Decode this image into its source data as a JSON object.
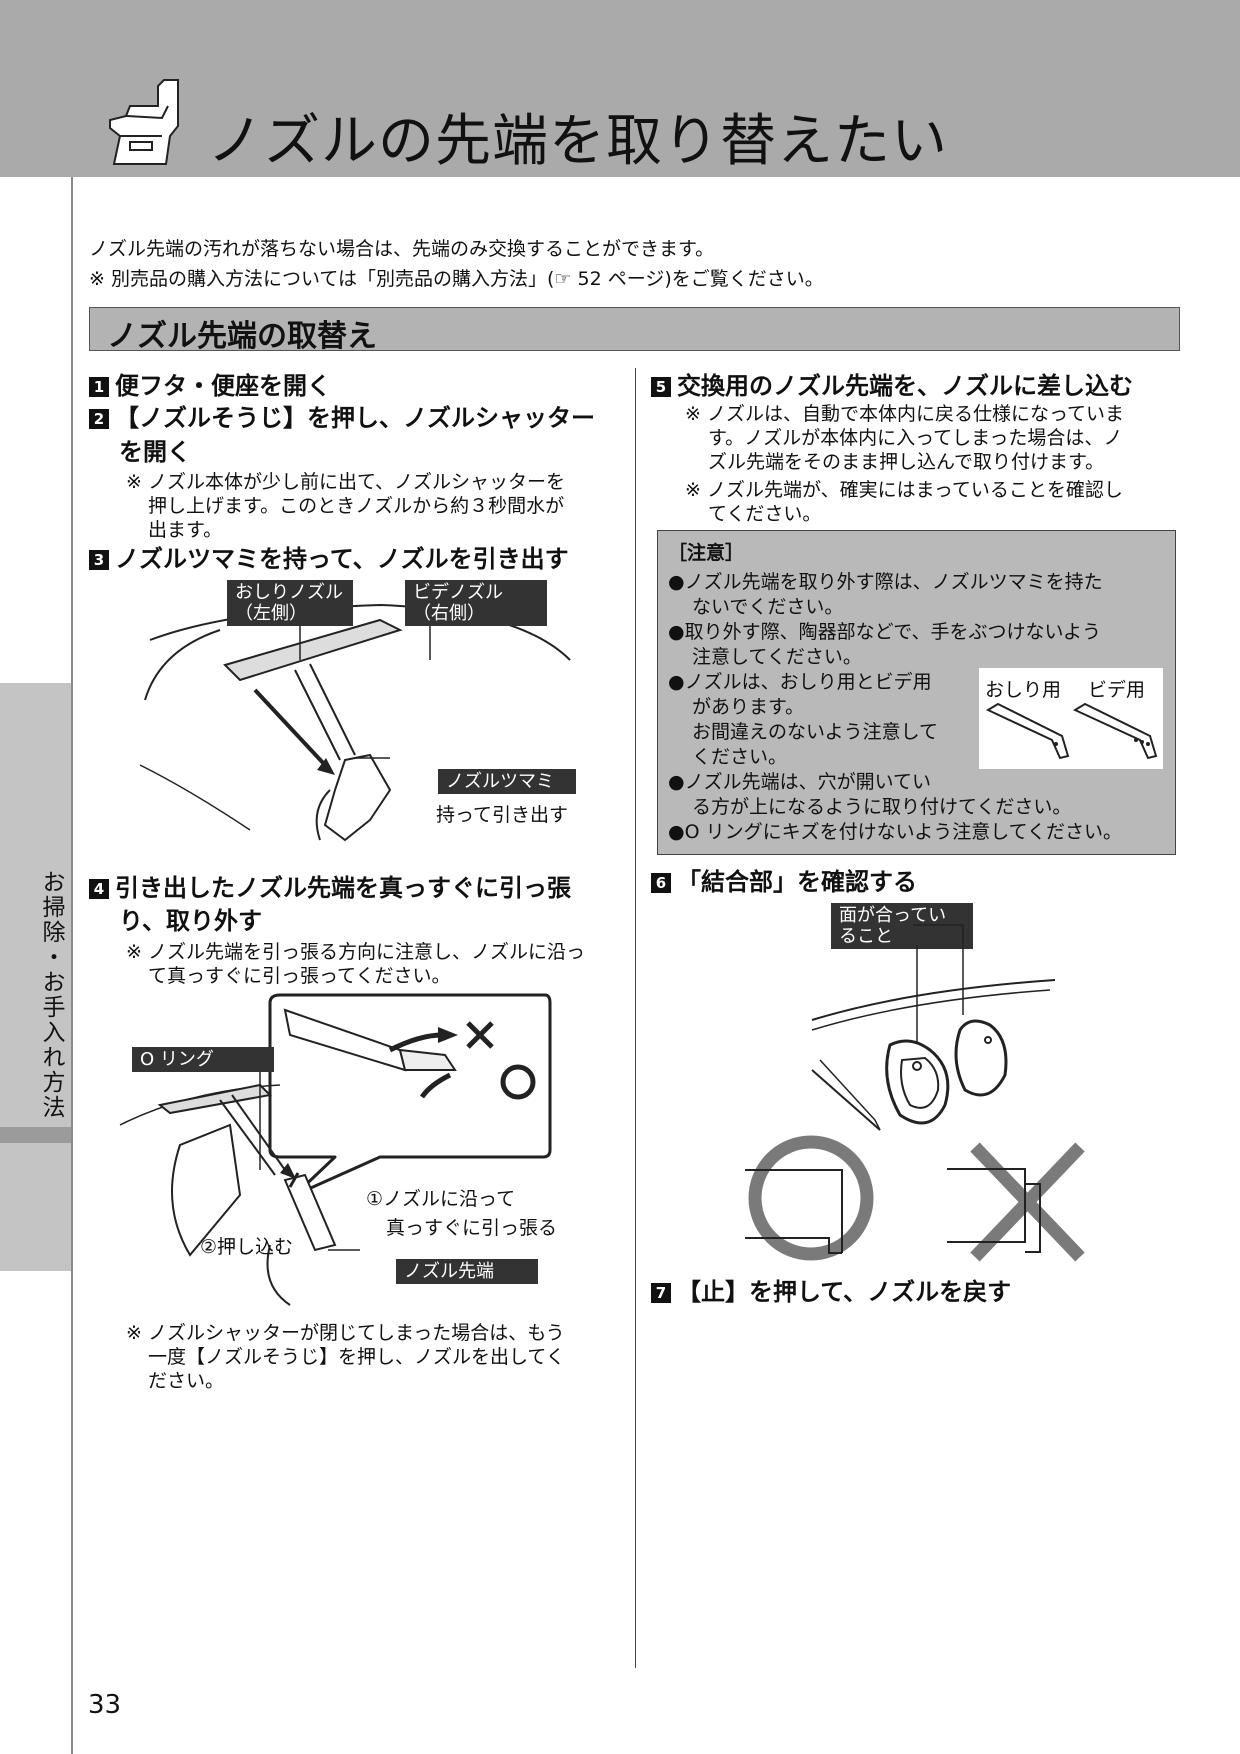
{
  "header": {
    "title": "ノズルの先端を取り替えたい"
  },
  "sidetab": {
    "text": "お掃除・お手入れ方法"
  },
  "intro": {
    "line1": "ノズル先端の汚れが落ちない場合は、先端のみ交換することができます。",
    "line2": "※ 別売品の購入方法については「別売品の購入方法」(☞ 52 ページ)をご覧ください。"
  },
  "section": {
    "title": "ノズル先端の取替え"
  },
  "steps": {
    "s1": {
      "num": "1",
      "text": "便フタ・便座を開く"
    },
    "s2": {
      "num": "2",
      "text1": "【ノズルそうじ】を押し、ノズルシャッター",
      "text2": "を開く",
      "note1": "※ ノズル本体が少し前に出て、ノズルシャッターを",
      "note2": "押し上げます。このときノズルから約３秒間水が",
      "note3": "出ます。"
    },
    "s3": {
      "num": "3",
      "text": "ノズルツマミを持って、ノズルを引き出す",
      "label_oshiri_1": "おしりノズル",
      "label_oshiri_2": "（左側）",
      "label_bide_1": "ビデノズル",
      "label_bide_2": "（右側）",
      "label_tsumami": "ノズルツマミ",
      "label_pull": "持って引き出す"
    },
    "s4": {
      "num": "4",
      "text1": "引き出したノズル先端を真っすぐに引っ張",
      "text2": "り、取り外す",
      "note1": "※ ノズル先端を引っ張る方向に注意し、ノズルに沿っ",
      "note2": "て真っすぐに引っ張ってください。",
      "label_oring": "O リング",
      "label_straight_1": "①ノズルに沿って",
      "label_straight_2": "真っすぐに引っ張る",
      "label_push": "②押し込む",
      "label_tip": "ノズル先端",
      "foot1": "※ ノズルシャッターが閉じてしまった場合は、もう",
      "foot2": "一度【ノズルそうじ】を押し、ノズルを出してく",
      "foot3": "ださい。"
    },
    "s5": {
      "num": "5",
      "text": "交換用のノズル先端を、ノズルに差し込む",
      "note1": "※ ノズルは、自動で本体内に戻る仕様になっていま",
      "note2": "す。ノズルが本体内に入ってしまった場合は、ノ",
      "note3": "ズル先端をそのまま押し込んで取り付けます。",
      "note4": "※ ノズル先端が、確実にはまっていることを確認し",
      "note5": "てください。"
    },
    "s6": {
      "num": "6",
      "text": "「結合部」を確認する",
      "label_1": "面が合ってい",
      "label_2": "ること"
    },
    "s7": {
      "num": "7",
      "text": "【止】を押して、ノズルを戻す"
    }
  },
  "caution": {
    "title": "［注意］",
    "l1": "●ノズル先端を取り外す際は、ノズルツマミを持た",
    "l2": "ないでください。",
    "l3": "●取り外す際、陶器部などで、手をぶつけないよう",
    "l4": "注意してください。",
    "l5": "●ノズルは、おしり用とビデ用",
    "l6": "があります。",
    "l7": "お間違えのないよう注意して",
    "l8": "ください。",
    "l9": "●ノズル先端は、穴が開いてい",
    "l10": "る方が上になるように取り付けてください。",
    "l11": "●O リングにキズを付けないよう注意してください。",
    "label_oshiri": "おしり用",
    "label_bide": "ビデ用"
  },
  "page": {
    "number": "33"
  }
}
